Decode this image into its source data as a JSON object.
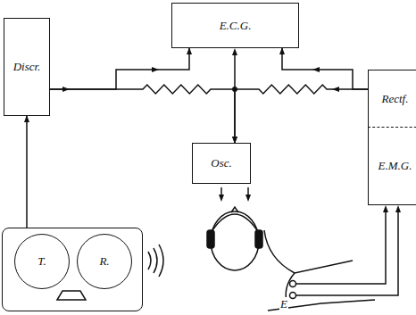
{
  "diagram": {
    "nodes": [
      {
        "text": [
          "E.C.G."
        ]
      },
      {
        "text": [
          "Discr."
        ]
      },
      {
        "text": [
          "Rectf."
        ]
      },
      {
        "text": [
          "E.M.G."
        ]
      },
      {
        "text": [
          "Osc."
        ]
      },
      {
        "text": []
      },
      {
        "text": [
          "T."
        ],
        "in": 5
      },
      {
        "text": [
          "R."
        ],
        "in": 5
      }
    ],
    "edges": [
      {
        "from": 5,
        "to": 1,
        "arrow": "to"
      },
      {
        "from": 1,
        "to": 0,
        "arrow": "to"
      },
      {
        "from": 1,
        "to": 4,
        "arrow": "to"
      },
      {
        "from": 2,
        "to": 0,
        "arrow": "to"
      },
      {
        "from": 2,
        "to": 4,
        "arrow": "to"
      }
    ],
    "labels": [
      "E"
    ]
  }
}
